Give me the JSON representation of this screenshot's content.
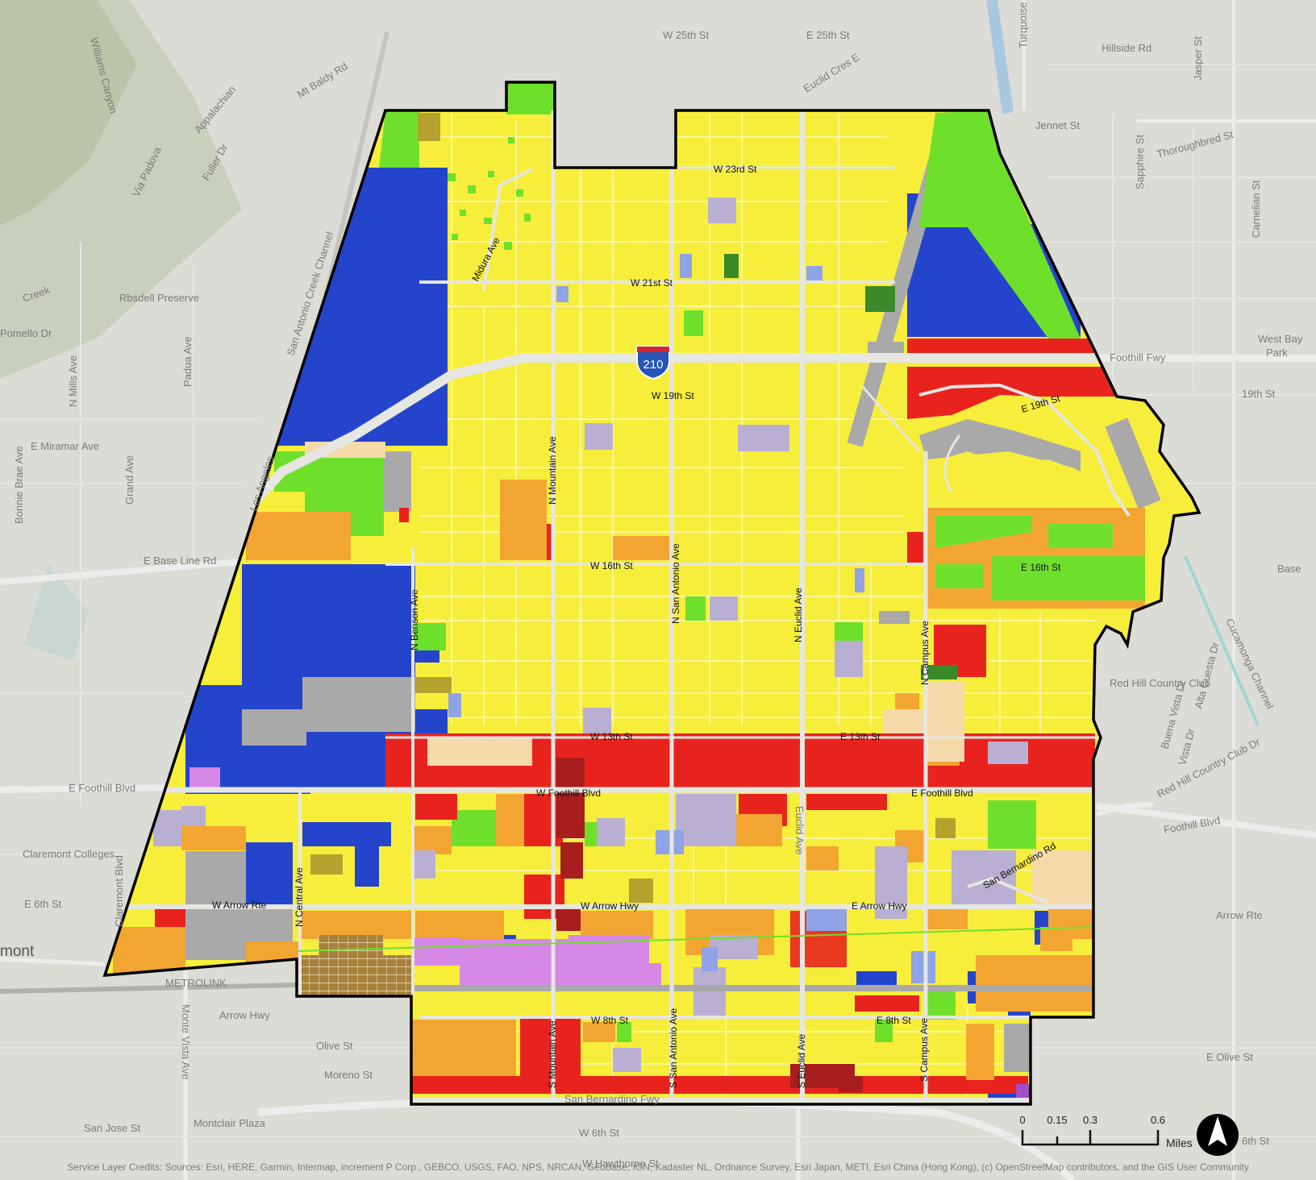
{
  "map": {
    "colors": {
      "low_residential": "#f7ee3c",
      "public_facilities": "#2444cc",
      "open_space": "#6ee02c",
      "commercial": "#e8231e",
      "mixed_use": "#f3a532",
      "industrial": "#a9a9a9",
      "institutional": "#b8afd3",
      "medium_residential": "#f5d9a8",
      "dark_commercial": "#a81e1e",
      "campus": "#d688e6",
      "brown": "#a8813b",
      "dark_green": "#3a8a2a",
      "basemap": "#dcdcd6"
    },
    "street_labels": [
      "W 25th St",
      "E 25th St",
      "Euclid Cres E",
      "W 23rd St",
      "W 21st St",
      "W 19th St",
      "E 19th St",
      "W 16th St",
      "E 16th St",
      "W 13th St",
      "E 13th St",
      "W Foothill Blvd",
      "E Foothill Blvd",
      "W Arrow Rte",
      "W Arrow Hwy",
      "E Arrow Hwy",
      "W 8th St",
      "E 8th St",
      "N Mountain Ave",
      "N San Antonio Ave",
      "N Euclid Ave",
      "N Campus Ave",
      "N Benson Ave",
      "N Central Ave",
      "S Mountain Ave",
      "S San Antonio Ave",
      "S Euclid Ave",
      "S Campus Ave",
      "Midura Ave",
      "San Bernardino Rd"
    ],
    "highway_shield": "210",
    "basemap_labels": [
      "Hillside Rd",
      "Jennet St",
      "Thoroughbred St",
      "Sapphire St",
      "Carnelian St",
      "Jasper St",
      "Turquoise",
      "Mt Baldy Rd",
      "Williams Canyon",
      "Appalachian",
      "Fuller Dr",
      "Via Padova",
      "Rbsdell Preserve",
      "San Antonio Creek Channel",
      "E Miramar Ave",
      "Padua Ave",
      "Grand Ave",
      "N Mills Ave",
      "Bonnie Brae Ave",
      "E Base Line Rd",
      "Foothill Fwy",
      "19th St",
      "Base",
      "Red Hill Country Club",
      "Foothill Blvd",
      "Arrow Rte",
      "E Foothill Blvd",
      "Claremont Colleges",
      "E 6th St",
      "mont",
      "METROLINK",
      "Arrow Hwy",
      "Olive St",
      "Moreno St",
      "San Jose St",
      "Montclair Plaza",
      "W 6th St",
      "W Hawthorne St",
      "E Olive St",
      "6th St",
      "Monte Vista Ave",
      "Claremont Blvd",
      "Buena Vista Dr",
      "Vista Dr",
      "Alta Cuesta Dr",
      "Red Hill Country Club Dr",
      "West Bay",
      "Park",
      "Los Angeles",
      "Creek",
      "Pomello Dr",
      "Cucamonga Channel",
      "Euclid Ave",
      "San Bernardino Fwy"
    ]
  },
  "scale_bar": {
    "ticks": [
      "0",
      "0.15",
      "0.3",
      "0.6"
    ],
    "units": "Miles"
  },
  "north_arrow": {
    "icon": "north-arrow-icon"
  },
  "credits": "Service Layer Credits: Sources: Esri, HERE, Garmin, Intermap, increment P Corp., GEBCO, USGS, FAO, NPS, NRCAN, GeoBase, IGN, Kadaster NL, Ordnance Survey, Esri Japan, METI, Esri China (Hong Kong), (c) OpenStreetMap contributors, and the GIS User Community"
}
